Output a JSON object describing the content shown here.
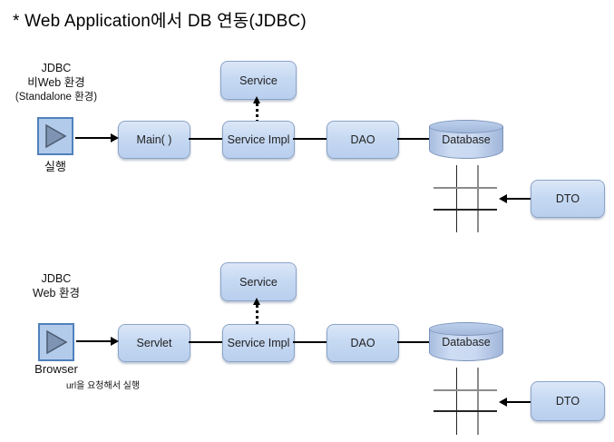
{
  "title": "* Web Application에서 DB 연동(JDBC)",
  "colors": {
    "node_fill": "#c6d9f2",
    "node_border": "#8ba3c7",
    "play_border": "#4f81bd",
    "play_triangle": "#7e94b2",
    "arrow": "#000000"
  },
  "sections": {
    "standalone": {
      "env_line1": "JDBC",
      "env_line2": "비Web 환경",
      "env_line3": "(Standalone 환경)",
      "launcher_label": "실행",
      "nodes": {
        "entry": "Main( )",
        "service": "Service",
        "service_impl": "Service Impl",
        "dao": "DAO",
        "database": "Database",
        "dto": "DTO"
      }
    },
    "web": {
      "env_line1": "JDBC",
      "env_line2": "Web 환경",
      "launcher_label": "Browser",
      "launcher_note": "url을 요청해서 실행",
      "nodes": {
        "entry": "Servlet",
        "service": "Service",
        "service_impl": "Service Impl",
        "dao": "DAO",
        "database": "Database",
        "dto": "DTO"
      }
    }
  }
}
